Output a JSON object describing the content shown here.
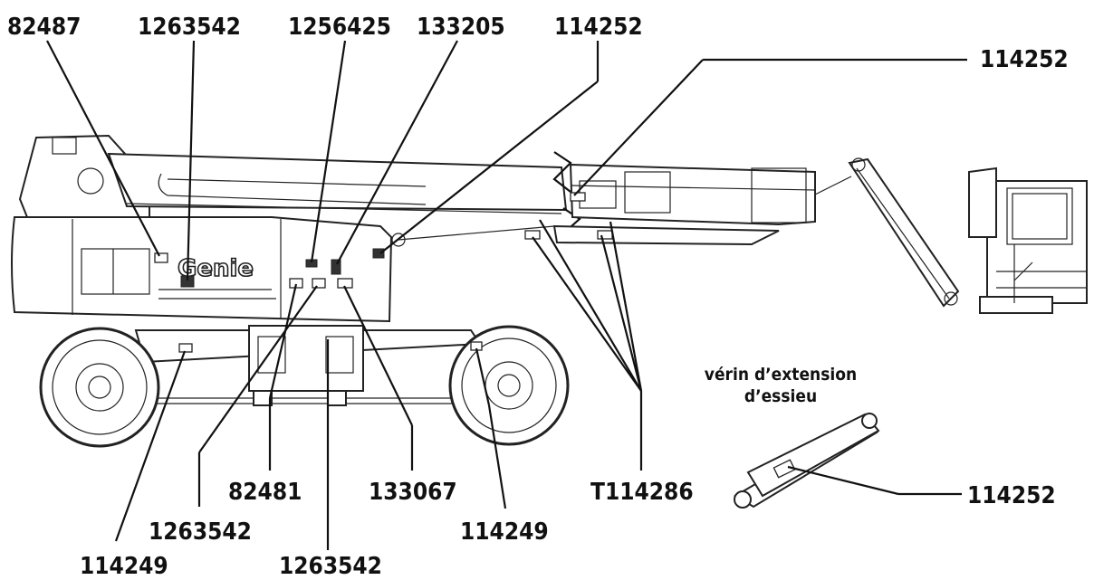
{
  "callouts": {
    "top_82487": "82487",
    "top_1263542": "1263542",
    "top_1256425": "1256425",
    "top_133205": "133205",
    "top_114252": "114252",
    "right_114252": "114252",
    "mid_82481": "82481",
    "mid_133067": "133067",
    "mid_T114286": "T114286",
    "low_1263542": "1263542",
    "low_114249_right": "114249",
    "bottom_114249_left": "114249",
    "bottom_1263542": "1263542",
    "cylinder_114252": "114252"
  },
  "cylinder_caption": {
    "line1": "vérin d’extension",
    "line2": "d’essieu"
  },
  "brand": "Genie"
}
